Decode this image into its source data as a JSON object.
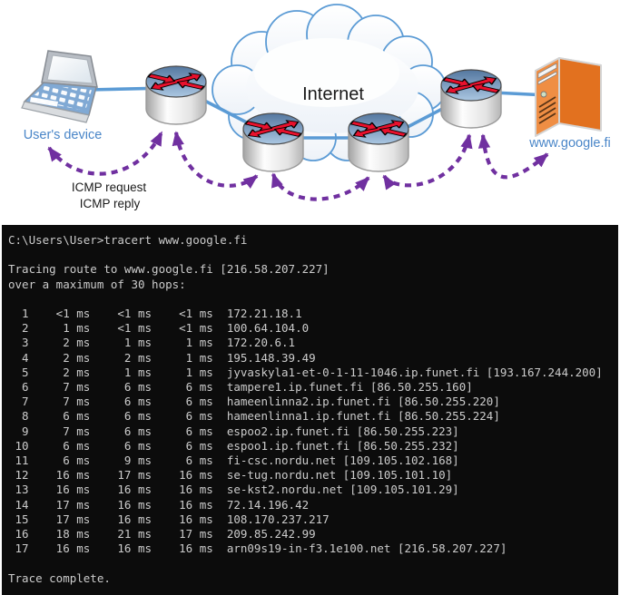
{
  "diagram": {
    "device_label": "User's device",
    "internet_label": "Internet",
    "server_label": "www.google.fi",
    "icmp_request_label": "ICMP request",
    "icmp_reply_label": "ICMP reply",
    "colors": {
      "node_label_blue": "#4a86c8",
      "link_blue": "#5b9bd5",
      "icmp_purple": "#7030a0",
      "router_arrow_red": "#e8112d",
      "server_orange": "#e2711f"
    }
  },
  "terminal": {
    "background": "#0c0c0c",
    "text_color": "#cccccc",
    "prompt_command": "C:\\Users\\User>tracert www.google.fi",
    "tracing_line": "Tracing route to www.google.fi [216.58.207.227]",
    "max_hops_line": "over a maximum of 30 hops:",
    "hops": [
      {
        "hop": "1",
        "rtt1": "<1 ms",
        "rtt2": "<1 ms",
        "rtt3": "<1 ms",
        "host": "172.21.18.1"
      },
      {
        "hop": "2",
        "rtt1": "1 ms",
        "rtt2": "<1 ms",
        "rtt3": "<1 ms",
        "host": "100.64.104.0"
      },
      {
        "hop": "3",
        "rtt1": "2 ms",
        "rtt2": "1 ms",
        "rtt3": "1 ms",
        "host": "172.20.6.1"
      },
      {
        "hop": "4",
        "rtt1": "2 ms",
        "rtt2": "2 ms",
        "rtt3": "1 ms",
        "host": "195.148.39.49"
      },
      {
        "hop": "5",
        "rtt1": "2 ms",
        "rtt2": "1 ms",
        "rtt3": "1 ms",
        "host": "jyvaskyla1-et-0-1-11-1046.ip.funet.fi [193.167.244.200]"
      },
      {
        "hop": "6",
        "rtt1": "7 ms",
        "rtt2": "6 ms",
        "rtt3": "6 ms",
        "host": "tampere1.ip.funet.fi [86.50.255.160]"
      },
      {
        "hop": "7",
        "rtt1": "7 ms",
        "rtt2": "6 ms",
        "rtt3": "6 ms",
        "host": "hameenlinna2.ip.funet.fi [86.50.255.220]"
      },
      {
        "hop": "8",
        "rtt1": "6 ms",
        "rtt2": "6 ms",
        "rtt3": "6 ms",
        "host": "hameenlinna1.ip.funet.fi [86.50.255.224]"
      },
      {
        "hop": "9",
        "rtt1": "7 ms",
        "rtt2": "6 ms",
        "rtt3": "6 ms",
        "host": "espoo2.ip.funet.fi [86.50.255.223]"
      },
      {
        "hop": "10",
        "rtt1": "6 ms",
        "rtt2": "6 ms",
        "rtt3": "6 ms",
        "host": "espoo1.ip.funet.fi [86.50.255.232]"
      },
      {
        "hop": "11",
        "rtt1": "6 ms",
        "rtt2": "9 ms",
        "rtt3": "6 ms",
        "host": "fi-csc.nordu.net [109.105.102.168]"
      },
      {
        "hop": "12",
        "rtt1": "16 ms",
        "rtt2": "17 ms",
        "rtt3": "16 ms",
        "host": "se-tug.nordu.net [109.105.101.10]"
      },
      {
        "hop": "13",
        "rtt1": "16 ms",
        "rtt2": "16 ms",
        "rtt3": "16 ms",
        "host": "se-kst2.nordu.net [109.105.101.29]"
      },
      {
        "hop": "14",
        "rtt1": "17 ms",
        "rtt2": "16 ms",
        "rtt3": "16 ms",
        "host": "72.14.196.42"
      },
      {
        "hop": "15",
        "rtt1": "17 ms",
        "rtt2": "16 ms",
        "rtt3": "16 ms",
        "host": "108.170.237.217"
      },
      {
        "hop": "16",
        "rtt1": "18 ms",
        "rtt2": "21 ms",
        "rtt3": "17 ms",
        "host": "209.85.242.99"
      },
      {
        "hop": "17",
        "rtt1": "16 ms",
        "rtt2": "16 ms",
        "rtt3": "16 ms",
        "host": "arn09s19-in-f3.1e100.net [216.58.207.227]"
      }
    ],
    "complete_line": "Trace complete."
  }
}
